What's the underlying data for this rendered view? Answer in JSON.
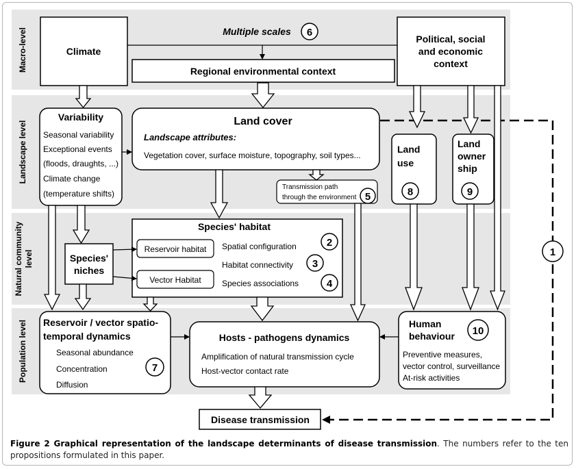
{
  "levels": {
    "macro": "Macro-level",
    "landscape": "Landscape level",
    "community_1": "Natural community",
    "community_2": "level",
    "population": "Population level"
  },
  "boxes": {
    "climate": "Climate",
    "multiple_scales": "Multiple scales",
    "regional": "Regional environmental context",
    "political": [
      "Political, social",
      "and economic",
      "context"
    ],
    "variability_title": "Variability",
    "variability_lines": [
      "Seasonal variability",
      "Exceptional events",
      "(floods, draughts, ...)",
      "Climate change",
      "(temperature shifts)"
    ],
    "land_cover": "Land cover",
    "landscape_attributes": "Landscape attributes:",
    "landscape_attr_list": "Vegetation cover, surface moisture, topography, soil types...",
    "transmission_path": [
      "Transmission path",
      "through the environment"
    ],
    "land_use": [
      "Land",
      "use"
    ],
    "land_ownership": [
      "Land",
      "owner",
      "ship"
    ],
    "species_habitat": "Species' habitat",
    "reservoir_habitat": "Reservoir habitat",
    "vector_habitat": "Vector Habitat",
    "spatial_configuration": "Spatial configuration",
    "habitat_connectivity": "Habitat connectivity",
    "species_associations": "Species associations",
    "species_niches": [
      "Species'",
      "niches"
    ],
    "reservoir_dynamics": [
      "Reservoir / vector spatio-",
      "temporal dynamics"
    ],
    "reservoir_lines": [
      "Seasonal abundance",
      "Concentration",
      "Diffusion"
    ],
    "hosts_title": "Hosts - pathogens dynamics",
    "hosts_lines": [
      "Amplification of natural transmission cycle",
      "Host-vector contact rate"
    ],
    "human_title": [
      "Human",
      "behaviour"
    ],
    "human_lines": [
      "Preventive measures,",
      "vector control, surveillance",
      "At-risk activities"
    ],
    "disease": "Disease transmission"
  },
  "numbers": {
    "n1": "1",
    "n2": "2",
    "n3": "3",
    "n4": "4",
    "n5": "5",
    "n6": "6",
    "n7": "7",
    "n8": "8",
    "n9": "9",
    "n10": "10"
  },
  "caption": {
    "bold": "Figure 2 Graphical representation of the landscape determinants of disease transmission",
    "rest": ". The numbers refer to the ten propositions formulated in this paper."
  },
  "colors": {
    "band": "#e6e6e6",
    "line": "#000000",
    "background": "#ffffff"
  }
}
